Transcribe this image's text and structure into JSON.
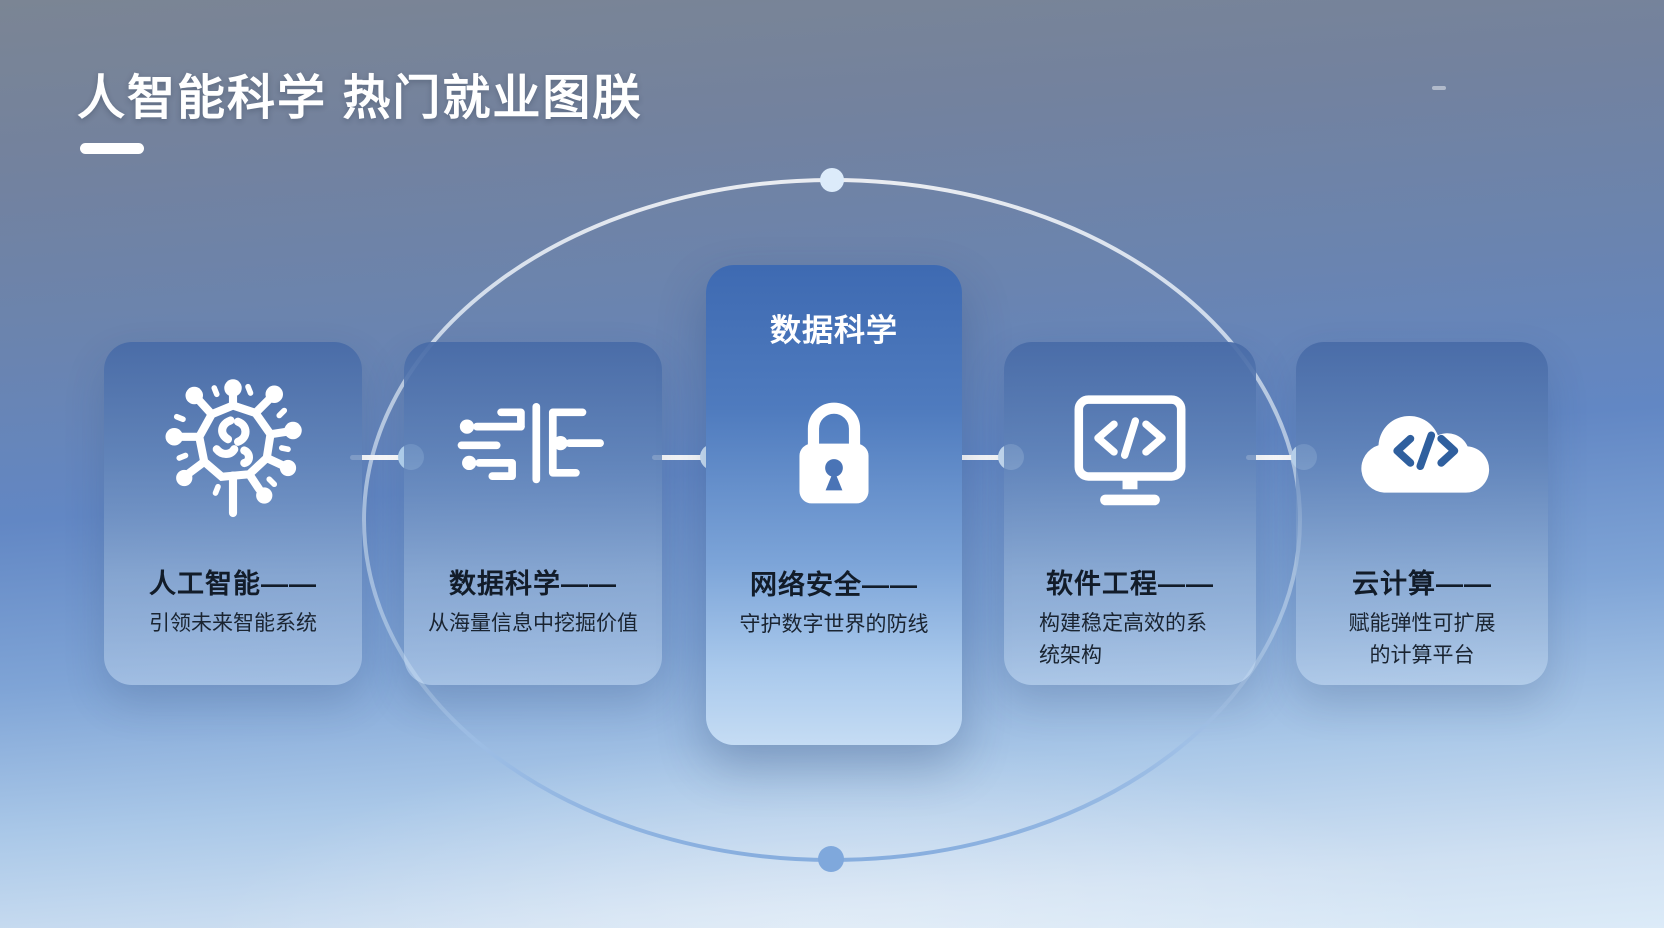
{
  "slide": {
    "title": "人智能科学 热门就业图朕",
    "corner_dash": ""
  },
  "cards": [
    {
      "id": "ai",
      "icon": "neural-tree-icon",
      "title": "人工智能——",
      "desc": "引领未来智能系统"
    },
    {
      "id": "data-science",
      "icon": "circuit-data-icon",
      "title": "数据科学——",
      "desc": "从海量信息中挖掘价值"
    },
    {
      "id": "cyber-security",
      "icon": "lock-icon",
      "header": "数据科学",
      "title": "网络安全——",
      "desc": "守护数字世界的防线",
      "highlighted": true
    },
    {
      "id": "software-engineering",
      "icon": "code-monitor-icon",
      "title": "软件工程——",
      "desc": "构建稳定高效的系统架构"
    },
    {
      "id": "cloud-computing",
      "icon": "cloud-code-icon",
      "title": "云计算——",
      "desc": "赋能弹性可扩展的计算平台"
    }
  ],
  "colors": {
    "accent_card_blue": "#4a74b6",
    "cloud_code_blue": "#2f5f9e",
    "connector_dot": "#b9d8f5",
    "orbit_top_dot": "#dcebfa",
    "orbit_bottom_dot": "#7fa8dc",
    "title_text": "#ffffff",
    "card_title_text": "#121c29"
  }
}
